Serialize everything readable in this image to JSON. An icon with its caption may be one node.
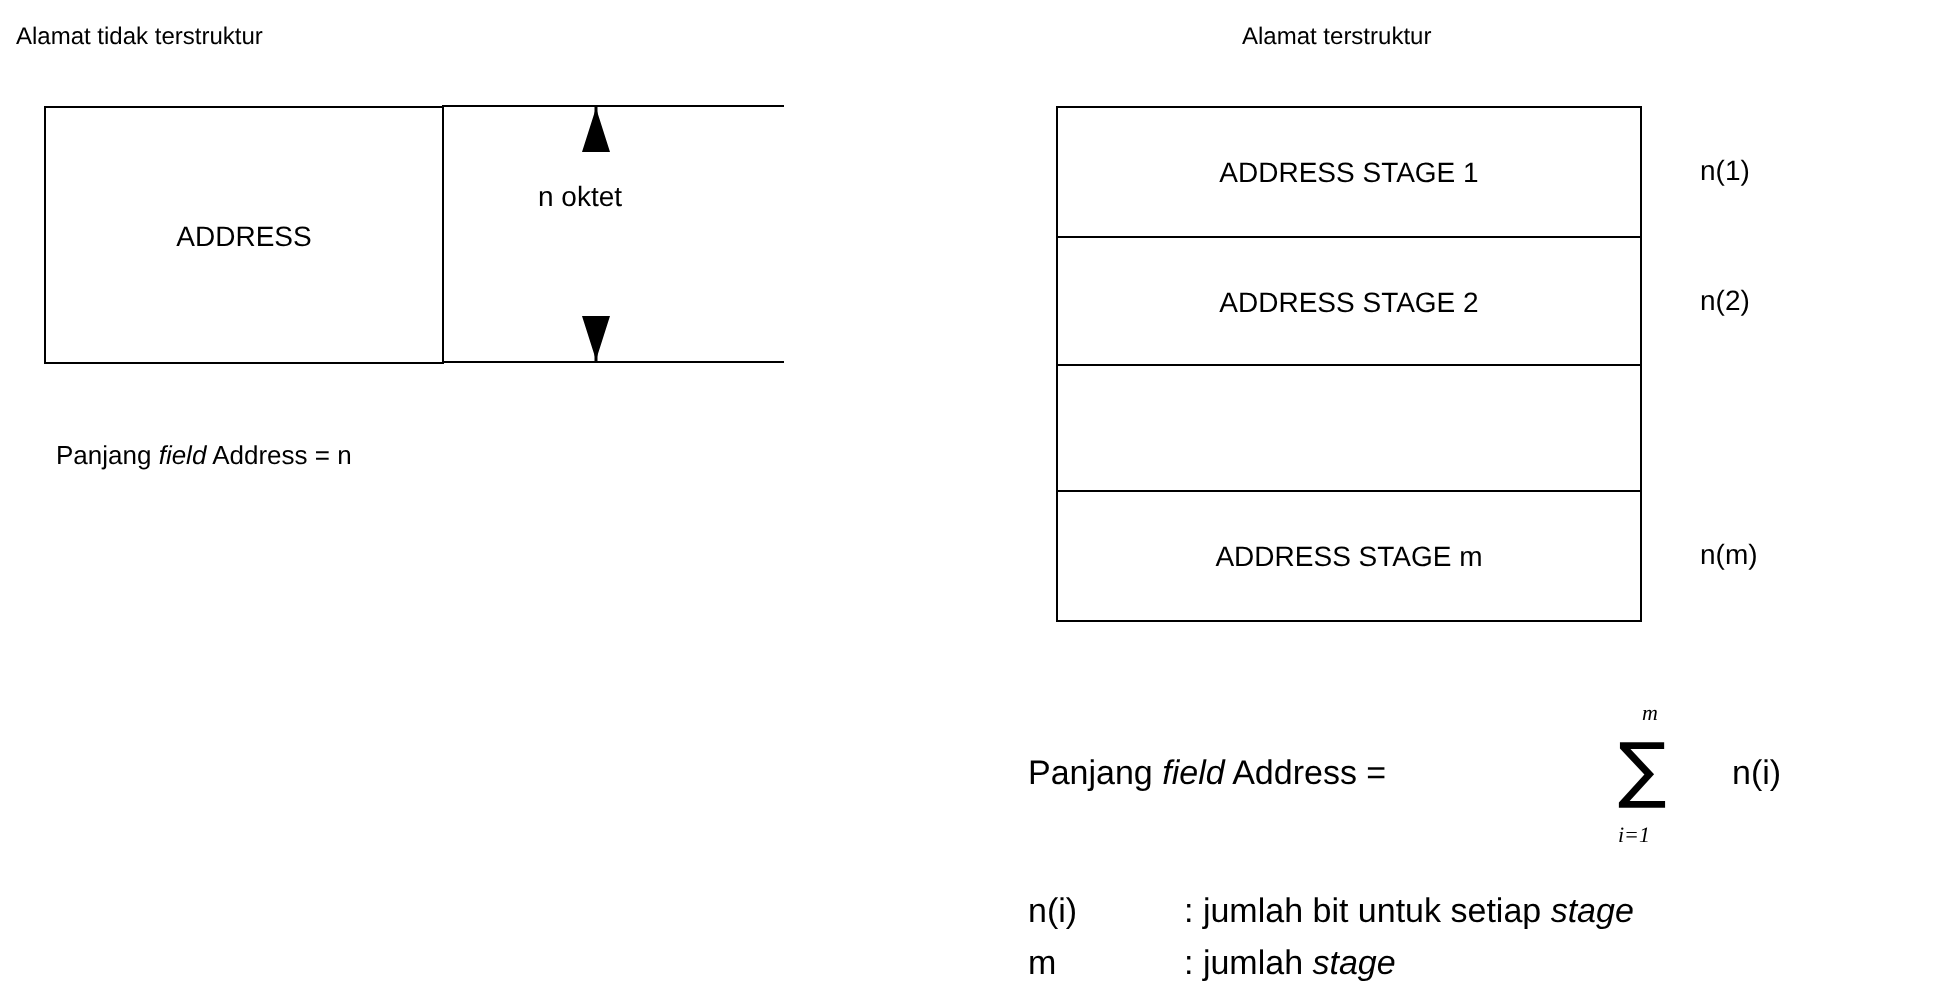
{
  "diagram": {
    "nodes": [
      {
        "text": [
          "ADDRESS"
        ]
      },
      {
        "text": [
          "ADDRESS STAGE 1"
        ],
        "beside": [
          "n(1)"
        ]
      },
      {
        "text": [
          "ADDRESS STAGE 2"
        ],
        "beside": [
          "n(2)"
        ]
      },
      {
        "text": [],
        "shape": "box"
      },
      {
        "text": [
          "ADDRESS STAGE m"
        ],
        "beside": [
          "n(m)"
        ]
      }
    ],
    "labels": [
      "Alamat tidak terstruktur",
      "Alamat terstruktur",
      "n oktet",
      "Panjang *field* Address = n",
      "Panjang *field* Address =",
      "m",
      "∑",
      "i=1",
      "n(i)",
      "n(i)",
      ": jumlah bit untuk setiap *stage*",
      "m",
      ": jumlah *stage*"
    ]
  }
}
